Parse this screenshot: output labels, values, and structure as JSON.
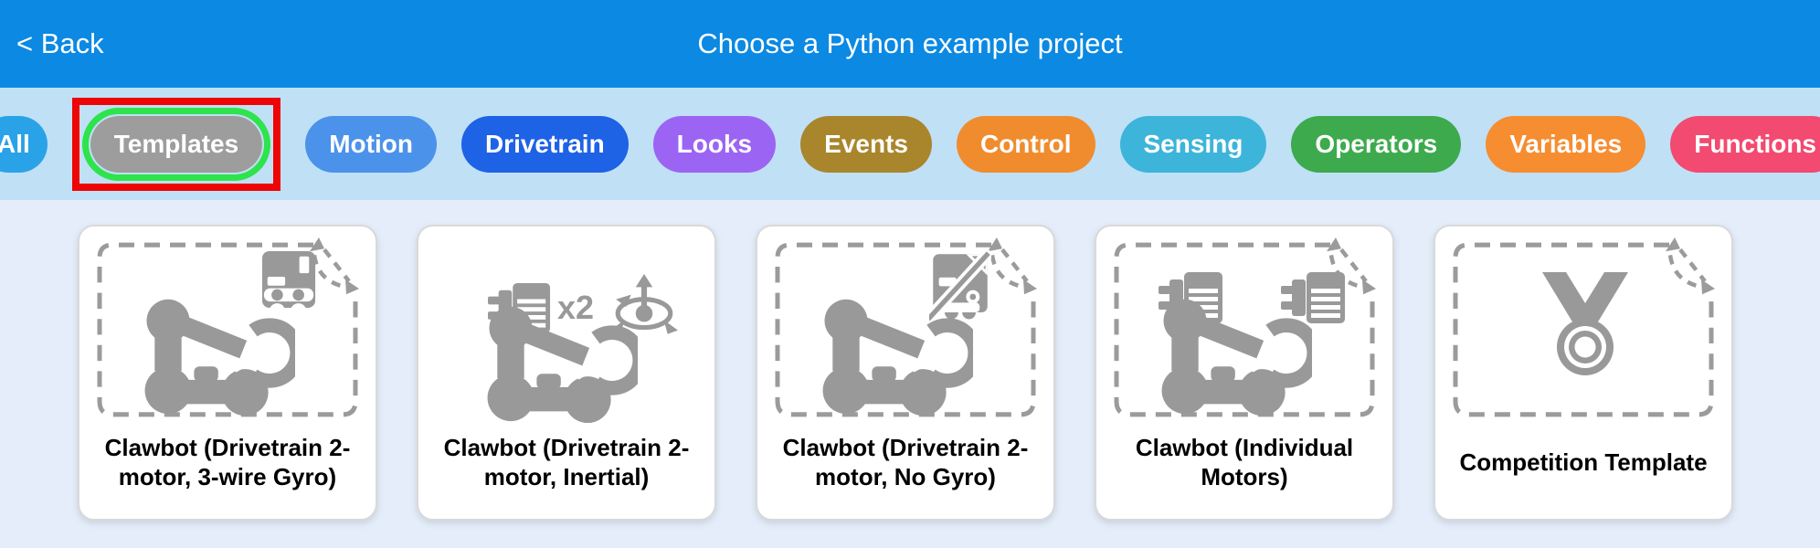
{
  "header": {
    "back_label": "< Back",
    "title": "Choose a Python example project"
  },
  "filters": {
    "items": [
      {
        "label": "All",
        "color": "#2aa2e8",
        "highlighted": false
      },
      {
        "label": "Templates",
        "color": "#9d9d9d",
        "highlighted": true
      },
      {
        "label": "Motion",
        "color": "#4b92ea",
        "highlighted": false
      },
      {
        "label": "Drivetrain",
        "color": "#1e62e6",
        "highlighted": false
      },
      {
        "label": "Looks",
        "color": "#9c64f2",
        "highlighted": false
      },
      {
        "label": "Events",
        "color": "#a9852c",
        "highlighted": false
      },
      {
        "label": "Control",
        "color": "#f08c2e",
        "highlighted": false
      },
      {
        "label": "Sensing",
        "color": "#3db4da",
        "highlighted": false
      },
      {
        "label": "Operators",
        "color": "#3daa4e",
        "highlighted": false
      },
      {
        "label": "Variables",
        "color": "#f68d31",
        "highlighted": false
      },
      {
        "label": "Functions",
        "color": "#f24a70",
        "highlighted": false
      }
    ]
  },
  "annotation": {
    "box_color": "#ee0505",
    "ring_color": "#2ee34c"
  },
  "cards": [
    {
      "title": "Clawbot (Drivetrain 2-motor, 3-wire Gyro)",
      "dashed_frame": true,
      "icons": [
        "gyro-3wire",
        "clawbot"
      ]
    },
    {
      "title": "Clawbot (Drivetrain 2-motor, Inertial)",
      "dashed_frame": false,
      "icons": [
        "motor",
        "inertial",
        "clawbot"
      ],
      "motor_count_label": "x2"
    },
    {
      "title": "Clawbot (Drivetrain 2-motor, No Gyro)",
      "dashed_frame": true,
      "icons": [
        "gyro-crossed",
        "clawbot"
      ]
    },
    {
      "title": "Clawbot (Individual Motors)",
      "dashed_frame": true,
      "icons": [
        "motor",
        "motor",
        "clawbot"
      ]
    },
    {
      "title": "Competition Template",
      "dashed_frame": true,
      "icons": [
        "medal"
      ]
    }
  ],
  "colors": {
    "header_bg": "#0b89e3",
    "filter_bar_bg": "#c0e0f6",
    "page_bg": "#e4edf9",
    "icon_gray": "#999999",
    "dashed_frame_gray": "#9b9b9b"
  }
}
